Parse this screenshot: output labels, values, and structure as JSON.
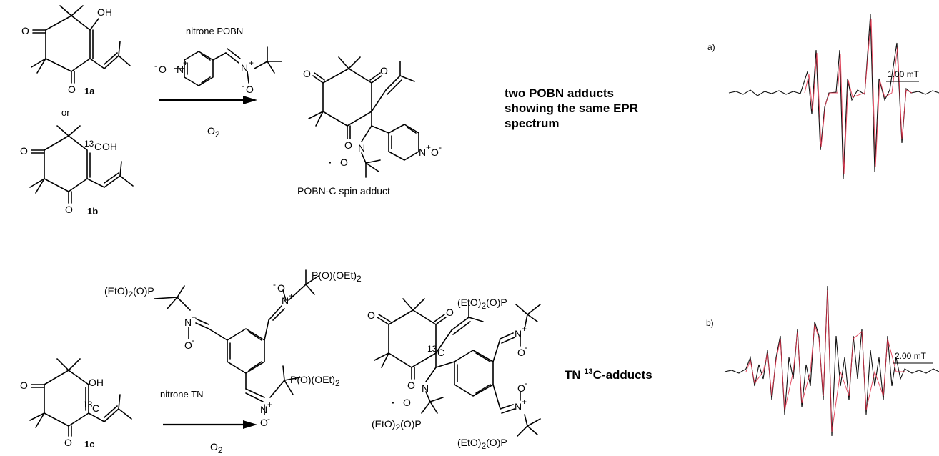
{
  "top": {
    "reagent_label": "nitrone POBN",
    "oxidant": "O",
    "oxidant_sub": "2",
    "connector": "or",
    "label_1a": "1a",
    "label_1b": "1b",
    "product_label": "POBN-C spin adduct",
    "caption_lines": [
      "two POBN adducts",
      "showing the same EPR",
      "spectrum"
    ],
    "spectrum_panel": "a)",
    "scale_label": "1.00 mT"
  },
  "bottom": {
    "reagent_label": "nitrone TN",
    "oxidant": "O",
    "oxidant_sub": "2",
    "label_1c": "1c",
    "caption_pre": "TN ",
    "caption_sup": "13",
    "caption_post": "C-adducts",
    "spectrum_panel": "b)",
    "scale_label": "2.00 mT"
  },
  "atoms": {
    "O": "O",
    "OH": "OH",
    "N": "N",
    "plus": "+",
    "minus": "-",
    "iso13": "13",
    "C": "C",
    "OH_tail": "OH",
    "P_ester": "P(O)(OEt)",
    "P_ester_sub": "2",
    "ester_P_left": "(EtO)",
    "ester_P_mid": "2",
    "ester_P_right": "(O)P"
  },
  "colors": {
    "trace_black": "#111111",
    "trace_fit": "#e0304a"
  }
}
